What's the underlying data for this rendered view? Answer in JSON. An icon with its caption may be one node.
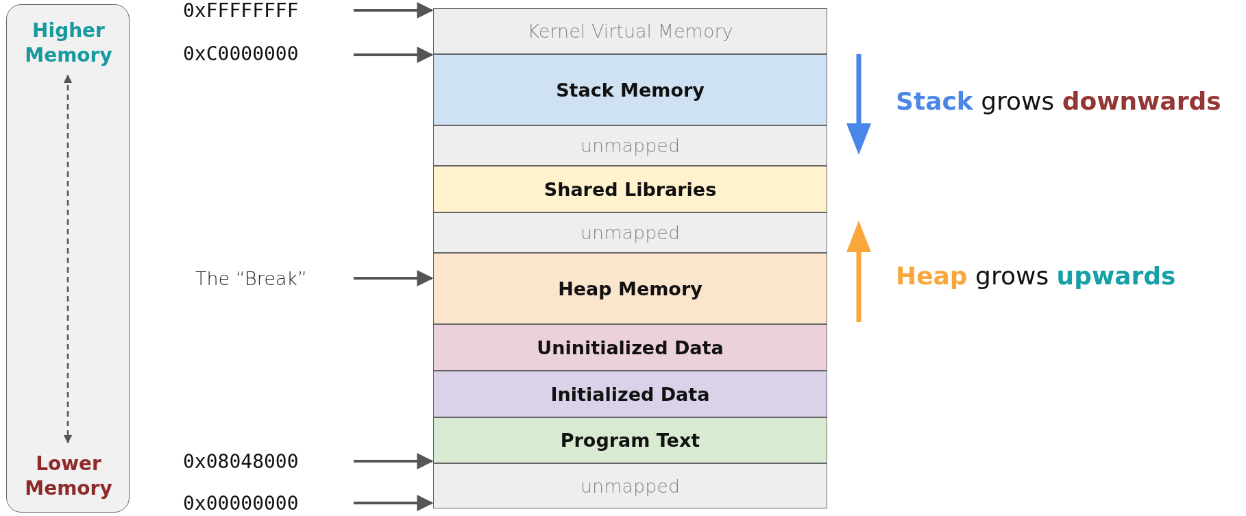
{
  "diagram": {
    "nodes": [
      {
        "text": [],
        "shape": "box"
      },
      {
        "text": [
          "Higher Memory"
        ],
        "in": 0
      },
      {
        "text": [
          "Lower Memory"
        ],
        "in": 0
      },
      {
        "text": [
          "0xFFFFFFFF"
        ]
      },
      {
        "text": [
          "Kernel Virtual Memory"
        ]
      },
      {
        "text": [
          "0xC0000000"
        ]
      },
      {
        "text": [
          "Stack Memory"
        ]
      },
      {
        "text": [
          "unmapped"
        ]
      },
      {
        "text": [
          "Shared Libraries"
        ]
      },
      {
        "text": [
          "unmapped"
        ]
      },
      {
        "text": [
          "The “Break”"
        ]
      },
      {
        "text": [
          "Heap Memory"
        ]
      },
      {
        "text": [
          "Uninitialized Data"
        ]
      },
      {
        "text": [
          "Initialized Data"
        ]
      },
      {
        "text": [
          "Program Text"
        ]
      },
      {
        "text": [
          "0x08048000"
        ]
      },
      {
        "text": [
          "unmapped"
        ]
      },
      {
        "text": [
          "0x00000000"
        ]
      }
    ],
    "edges": [
      {
        "from": 1,
        "to": 2,
        "arrow": "both",
        "style": "dashed"
      },
      {
        "from": 3,
        "to": 4,
        "arrow": "to"
      },
      {
        "from": 5,
        "to": 6,
        "arrow": "to"
      },
      {
        "from": 10,
        "to": 11,
        "arrow": "to"
      },
      {
        "from": 15,
        "to": 14,
        "arrow": "to"
      },
      {
        "from": 17,
        "to": 16,
        "arrow": "to"
      }
    ],
    "labels": [
      "**Stack** grows **downwards**",
      "**Heap** grows **upwards**"
    ]
  }
}
